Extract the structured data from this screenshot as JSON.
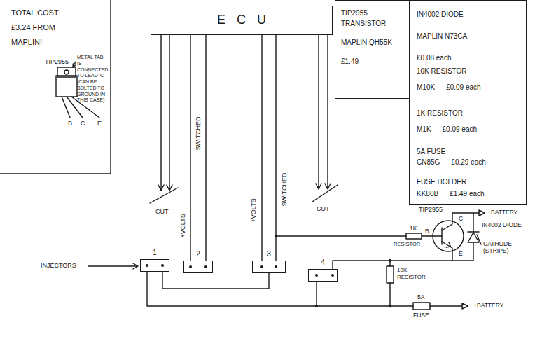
{
  "diagram": {
    "nodes": [
      {
        "text": [
          "TOTAL COST £3.24 FROM MAPLIN!"
        ]
      },
      {
        "text": [
          "ECU"
        ]
      },
      {
        "text": [
          "TIP2955 TRANSISTOR",
          "MAPLIN QH55K",
          "£1.49"
        ]
      },
      {
        "text": [
          "IN4002 DIODE",
          "MAPLIN N73CA",
          "£0.08 each"
        ]
      },
      {
        "text": [
          "10K RESISTOR",
          "M10K",
          "£0.09 each"
        ]
      },
      {
        "text": [
          "1K RESISTOR",
          "M1K",
          "£0.09 each"
        ]
      },
      {
        "text": [
          "5A FUSE",
          "CN85G",
          "£0.29 each"
        ]
      },
      {
        "text": [
          "FUSE HOLDER",
          "KK80B",
          "£1.49 each"
        ]
      },
      {
        "text": [
          "1"
        ]
      },
      {
        "text": [
          "2"
        ]
      },
      {
        "text": [
          "3"
        ]
      },
      {
        "text": [
          "4"
        ]
      }
    ],
    "edges": [
      {
        "from": 1,
        "to": 9,
        "label": "+VOLTS",
        "arrow": "none"
      },
      {
        "from": 1,
        "to": 9,
        "label": "SWITCHED",
        "arrow": "none"
      },
      {
        "from": 1,
        "to": 10,
        "label": "+VOLTS",
        "arrow": "none"
      },
      {
        "from": 1,
        "to": 10,
        "label": "SWITCHED",
        "arrow": "none"
      },
      {
        "from": 8,
        "to": 10,
        "arrow": "none"
      },
      {
        "from": 8,
        "to": 11,
        "arrow": "none"
      }
    ],
    "labels": [
      "TIP2955",
      "METAL TAB IS CONNECTED TO LEAD 'C' (CAN BE BOLTED TO GROUND IN THIS CASE)",
      "B",
      "C",
      "E",
      "CUT",
      "CUT",
      "INJECTORS",
      "TIP2955",
      "C",
      "B",
      "E",
      "1K",
      "RESISTOR",
      "+BATTERY",
      "IN4002 DIODE",
      "CATHODE (STRIPE)",
      "10K RESISTOR",
      "5A",
      "FUSE",
      "+BATTERY"
    ]
  }
}
